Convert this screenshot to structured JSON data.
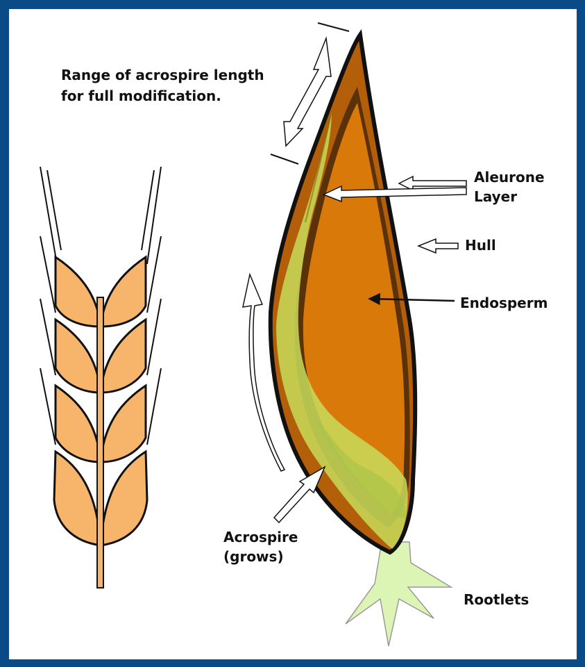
{
  "colors": {
    "frame": "#0a4a86",
    "hull": "#b35f0a",
    "aleurone": "#5a3109",
    "endosperm": "#d9790a",
    "acrospire": "#c7dc5a",
    "acrospire_dark": "#a9c34a",
    "rootlets": "#dcf5b4",
    "wheat": "#f7b46b"
  },
  "labels": {
    "range_line1": "Range of acrospire length",
    "range_line2": "for full modification.",
    "aleurone_line1": "Aleurone",
    "aleurone_line2": "Layer",
    "hull": "Hull",
    "endosperm": "Endosperm",
    "acrospire_line1": "Acrospire",
    "acrospire_line2": "(grows)",
    "rootlets": "Rootlets"
  }
}
